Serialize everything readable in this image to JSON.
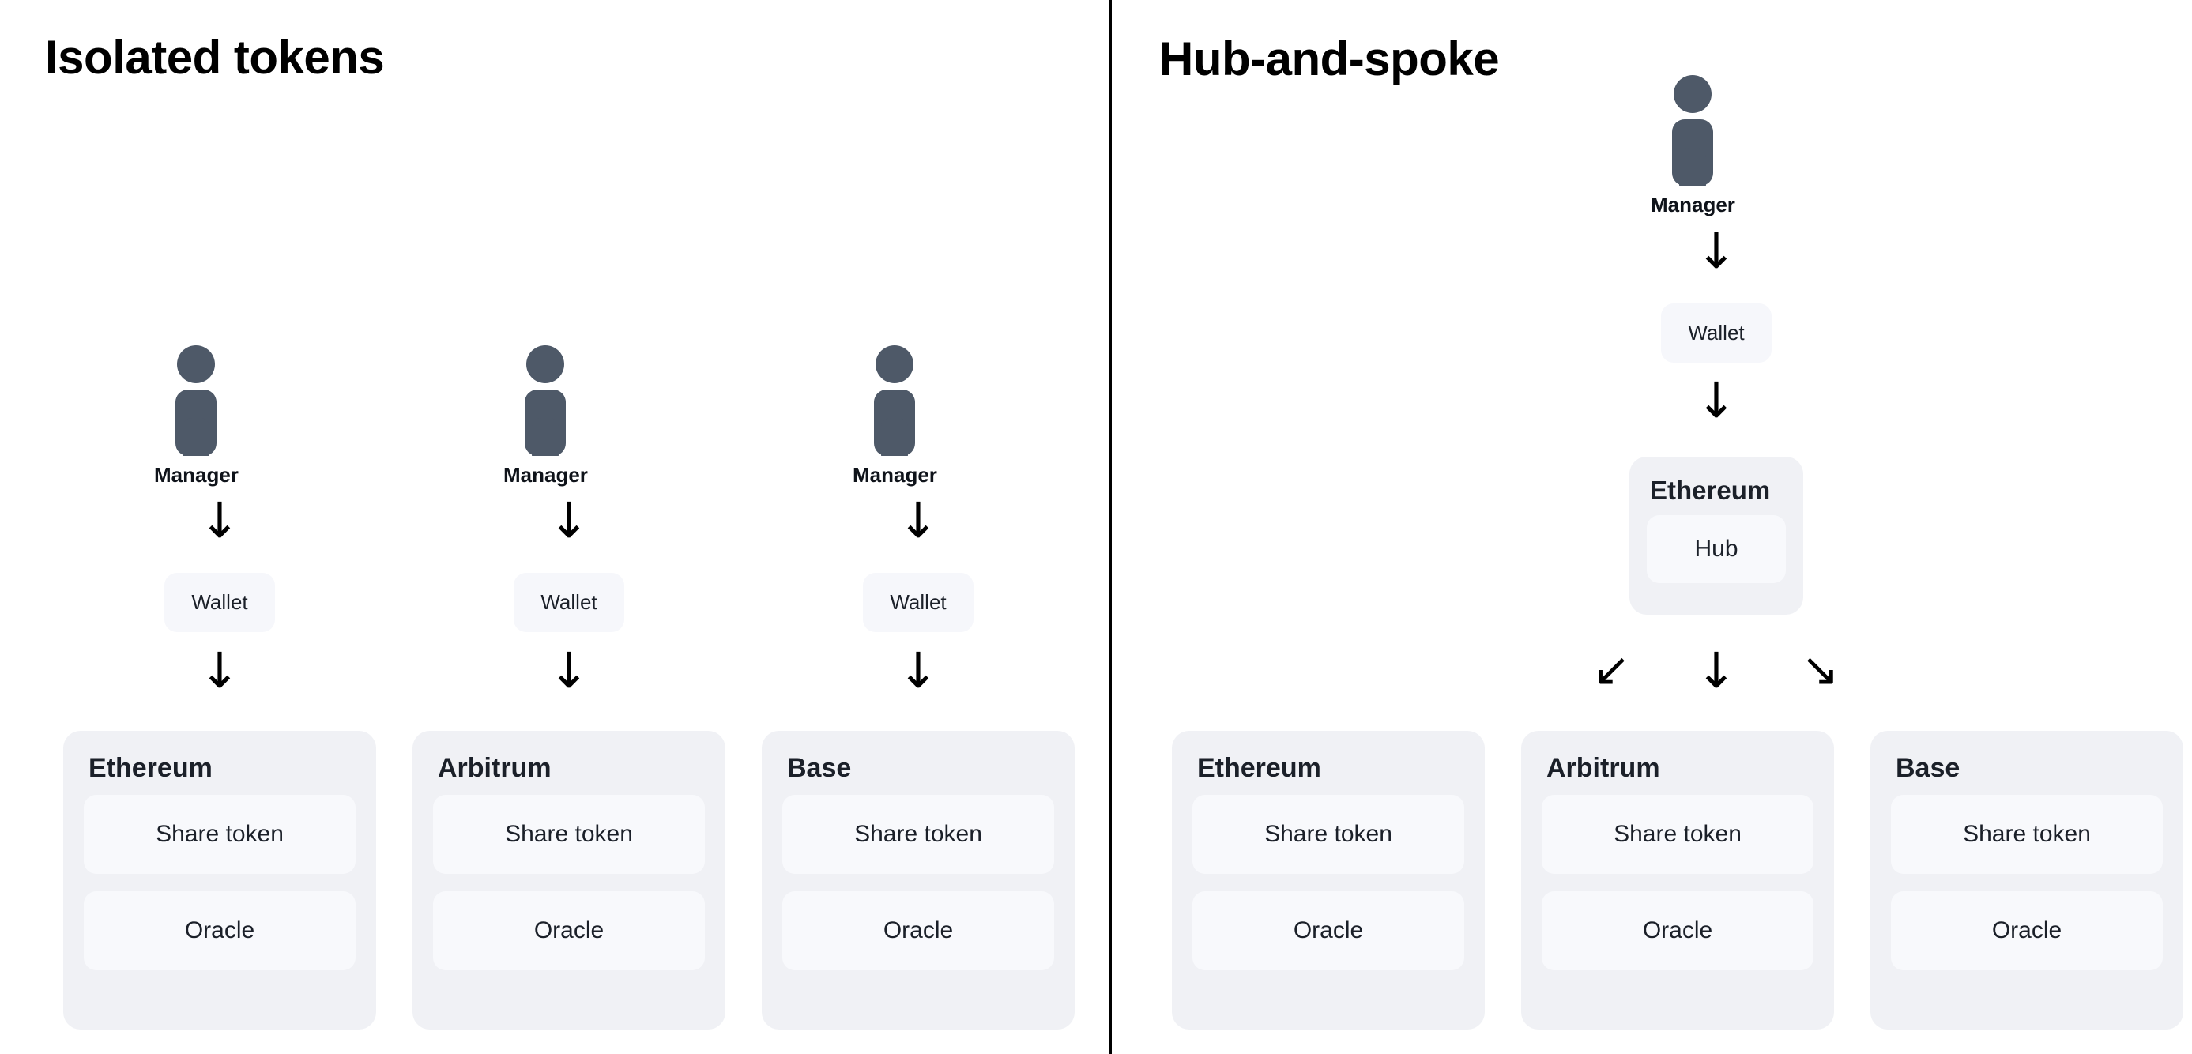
{
  "diagram": {
    "divider_color": "#000000",
    "icon_color": "#4e5968",
    "card_bg": "#f0f1f5",
    "slot_bg": "#f8f9fc"
  },
  "left": {
    "title": "Isolated tokens",
    "columns": [
      {
        "actor_label": "Manager",
        "actor_icon": "person-icon",
        "arrow_top": "↓",
        "wallet_label": "Wallet",
        "arrow_bottom": "↓",
        "chain_title": "Ethereum",
        "slots": [
          "Share token",
          "Oracle"
        ]
      },
      {
        "actor_label": "Manager",
        "actor_icon": "person-icon",
        "arrow_top": "↓",
        "wallet_label": "Wallet",
        "arrow_bottom": "↓",
        "chain_title": "Arbitrum",
        "slots": [
          "Share token",
          "Oracle"
        ]
      },
      {
        "actor_label": "Manager",
        "actor_icon": "person-icon",
        "arrow_top": "↓",
        "wallet_label": "Wallet",
        "arrow_bottom": "↓",
        "chain_title": "Base",
        "slots": [
          "Share token",
          "Oracle"
        ]
      }
    ]
  },
  "right": {
    "title": "Hub-and-spoke",
    "actor_label": "Manager",
    "actor_icon": "person-icon",
    "arrow_manager_to_wallet": "↓",
    "wallet_label": "Wallet",
    "arrow_wallet_to_hub": "↓",
    "hub": {
      "chain_title": "Ethereum",
      "slot": "Hub"
    },
    "spoke_arrows": {
      "left": "↙",
      "center": "↓",
      "right": "↘"
    },
    "columns": [
      {
        "chain_title": "Ethereum",
        "slots": [
          "Share token",
          "Oracle"
        ]
      },
      {
        "chain_title": "Arbitrum",
        "slots": [
          "Share token",
          "Oracle"
        ]
      },
      {
        "chain_title": "Base",
        "slots": [
          "Share token",
          "Oracle"
        ]
      }
    ]
  }
}
